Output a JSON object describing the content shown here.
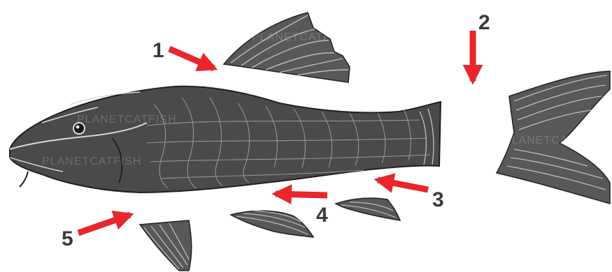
{
  "diagram": {
    "subject": "fish-fins-diagram",
    "watermark_text": "PLANETCATFISH",
    "colors": {
      "arrow": "#e8262b",
      "label": "#3a3a3a",
      "fish_body": "#4a4a4a",
      "fish_dark": "#202020",
      "fin": "#585858",
      "fin_rays": "#bcbcbc",
      "scale_lines": "#9a9a9a",
      "background": "#ffffff"
    },
    "labels": [
      {
        "id": "1",
        "text": "1",
        "arrow_direction": "down-right"
      },
      {
        "id": "2",
        "text": "2",
        "arrow_direction": "down"
      },
      {
        "id": "3",
        "text": "3",
        "arrow_direction": "left"
      },
      {
        "id": "4",
        "text": "4",
        "arrow_direction": "left"
      },
      {
        "id": "5",
        "text": "5",
        "arrow_direction": "up-right"
      }
    ]
  }
}
